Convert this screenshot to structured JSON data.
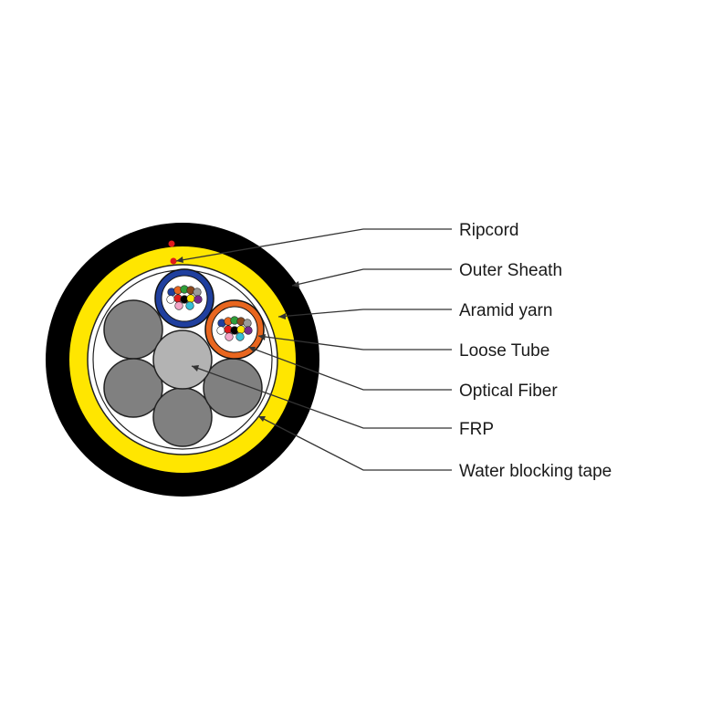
{
  "labels": {
    "ripcord": "Ripcord",
    "outer_sheath": "Outer Sheath",
    "aramid_yarn": "Aramid yarn",
    "loose_tube": "Loose Tube",
    "optical_fiber": "Optical Fiber",
    "frp": "FRP",
    "water_blocking_tape": "Water blocking tape"
  },
  "colors": {
    "outer_sheath": "#000000",
    "aramid_yarn": "#ffe600",
    "water_blocking_tape": "#ffffff",
    "filler_rod": "#808080",
    "frp": "#b3b3b3",
    "ripcord": "#e01b1b",
    "tube_blue": "#1f3f9e",
    "tube_orange": "#e8661f",
    "leader_line": "#333333"
  },
  "fiber_colors": [
    "#1f3f9e",
    "#e8661f",
    "#2e9e3a",
    "#8b4a1f",
    "#9a9a9a",
    "#ffffff",
    "#e01b1b",
    "#000000",
    "#ffe600",
    "#7a2a8c",
    "#f3a6c8",
    "#35c0d6"
  ]
}
